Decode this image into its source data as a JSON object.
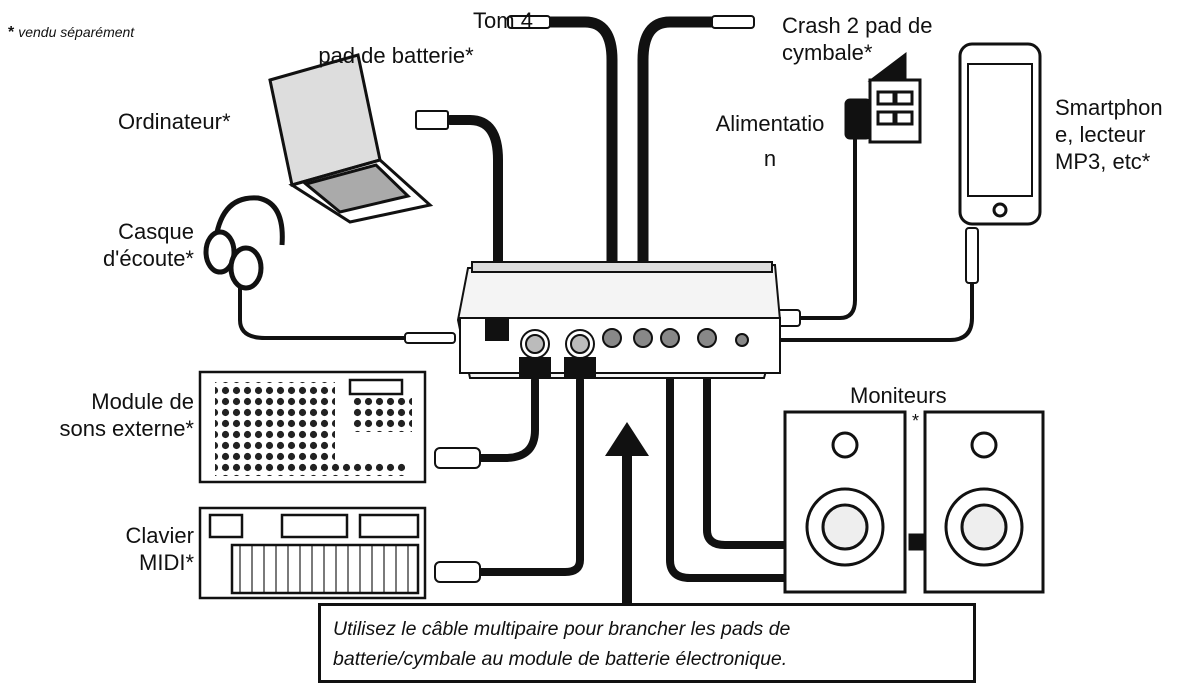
{
  "footnote": {
    "mark": "*",
    "text": "vendu séparément"
  },
  "labels": {
    "tom": [
      "Tom 4",
      "pad de batterie*"
    ],
    "crash": [
      "Crash 2 pad de",
      "cymbale*"
    ],
    "computer": [
      "Ordinateur*"
    ],
    "power": [
      "Alimentatio",
      "n"
    ],
    "smartphone": [
      "Smartphon",
      "e, lecteur",
      "MP3, etc*"
    ],
    "headphones": [
      "Casque",
      "d'écoute*"
    ],
    "sound_module": [
      "Module de",
      "sons externe*"
    ],
    "monitors": [
      "Moniteurs"
    ],
    "monitors_mark": "*",
    "keyboard": [
      "Clavier",
      "MIDI*"
    ]
  },
  "callout": {
    "lines": [
      "Utilisez le câble multipaire pour brancher les pads de",
      "batterie/cymbale au module de batterie électronique."
    ]
  }
}
